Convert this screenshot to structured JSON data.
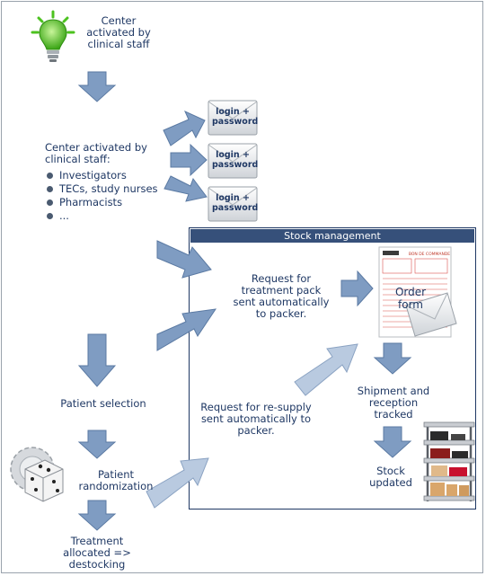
{
  "colors": {
    "text": "#1f3864",
    "arrow_fill": "#7f9cc2",
    "arrow_stroke": "#5b7aa3",
    "arrow_light": "#b9cae0",
    "header_bg": "#36507a",
    "bulb_green": "#4cc21f"
  },
  "steps": {
    "center_activated": "Center activated by clinical staff",
    "center_activated_list_title": "Center activated by clinical staff:",
    "roles": [
      "Investigators",
      "TECs, study nurses",
      "Pharmacists",
      "..."
    ],
    "patient_selection": "Patient selection",
    "patient_randomization": "Patient randomization",
    "treatment_allocated": "Treatment allocated => destocking"
  },
  "envelopes": {
    "label_line1": "login +",
    "label_line2": "password"
  },
  "stock": {
    "title": "Stock management",
    "request_pack": "Request for treatment pack sent automatically to packer.",
    "request_resupply": "Request for re-supply sent automatically to packer.",
    "order_form_label": "Order form",
    "order_form_header": "BON DE COMMANDE",
    "shipment": "Shipment and reception tracked",
    "stock_updated": "Stock updated"
  },
  "icons": {
    "bulb": "lightbulb-icon",
    "envelope": "envelope-icon",
    "dice": "dice-gear-icon",
    "order_form": "order-form-icon",
    "shelf": "stock-shelf-icon"
  }
}
